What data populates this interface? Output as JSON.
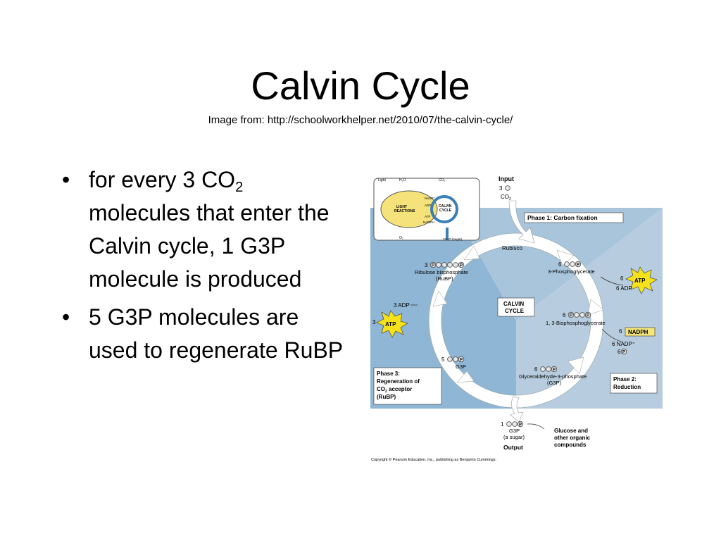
{
  "slide": {
    "title": "Calvin Cycle",
    "subtitle": "Image from: http://schoolworkhelper.net/2010/07/the-calvin-cycle/"
  },
  "bullets": [
    {
      "pre": "for every 3 CO",
      "sub": "2",
      "post": " molecules that enter the Calvin cycle, 1 G3P molecule is produced"
    },
    {
      "text": "5 G3P molecules are used to regenerate RuBP"
    }
  ],
  "diagram": {
    "colors": {
      "panel_blue": "#8fb6d4",
      "panel_light": "#c7d8e6",
      "atp_yellow": "#f6e21a",
      "nadph_yellow": "#f3e57a",
      "arrow_fill": "#ffffff"
    },
    "inset": {
      "light": "Light",
      "h2o": "H₂O",
      "co2": "CO₂",
      "light_reactions": "LIGHT\nREACTIONS",
      "calvin_cycle": "CALVIN\nCYCLE",
      "nadp": "NADP⁺",
      "adp": "ADP",
      "atp": "ATP",
      "nadph": "NADPH",
      "o2": "O₂",
      "sugar": "CH₂O (sugar)"
    },
    "input": {
      "label": "Input",
      "count": "3",
      "molecule": "CO",
      "molecule_sub": "2"
    },
    "phase1": "Phase 1: Carbon fixation",
    "rubisco": "Rubisco",
    "pga": {
      "count": "6",
      "name": "3-Phosphoglycerate"
    },
    "atp_right": {
      "count": "6",
      "label": "ATP",
      "adp": "6 ADP"
    },
    "center": "CALVIN\nCYCLE",
    "bpg": {
      "count": "6",
      "name": "1, 3-Bisphosphoglycerate"
    },
    "nadph": {
      "count": "6",
      "label": "NADPH",
      "nadp": "6 NADP⁺",
      "pi": "6"
    },
    "g3p6": {
      "count": "6",
      "name": "Glyceraldehyde-3-phosphate",
      "abbr": "(G3P)"
    },
    "phase2": "Phase 2:\nReduction",
    "rubp": {
      "count": "3",
      "name": "Ribulose bisphosphate",
      "abbr": "(RuBP)"
    },
    "atp_left": {
      "count": "3",
      "label": "ATP",
      "adp": "3 ADP"
    },
    "g3p5": {
      "count": "5",
      "name": "G3P"
    },
    "phase3": {
      "l1": "Phase 3:",
      "l2": "Regeneration of",
      "l3a": "CO",
      "l3sub": "2",
      "l3b": " acceptor",
      "l4": "(RuBP)"
    },
    "output": {
      "count": "1",
      "name": "G3P",
      "sub": "(a sugar)",
      "label": "Output",
      "glucose": "Glucose and\nother organic\ncompounds"
    },
    "phosphate": "P",
    "copyright": "Copyright © Pearson Education, Inc., publishing as Benjamin Cummings."
  }
}
